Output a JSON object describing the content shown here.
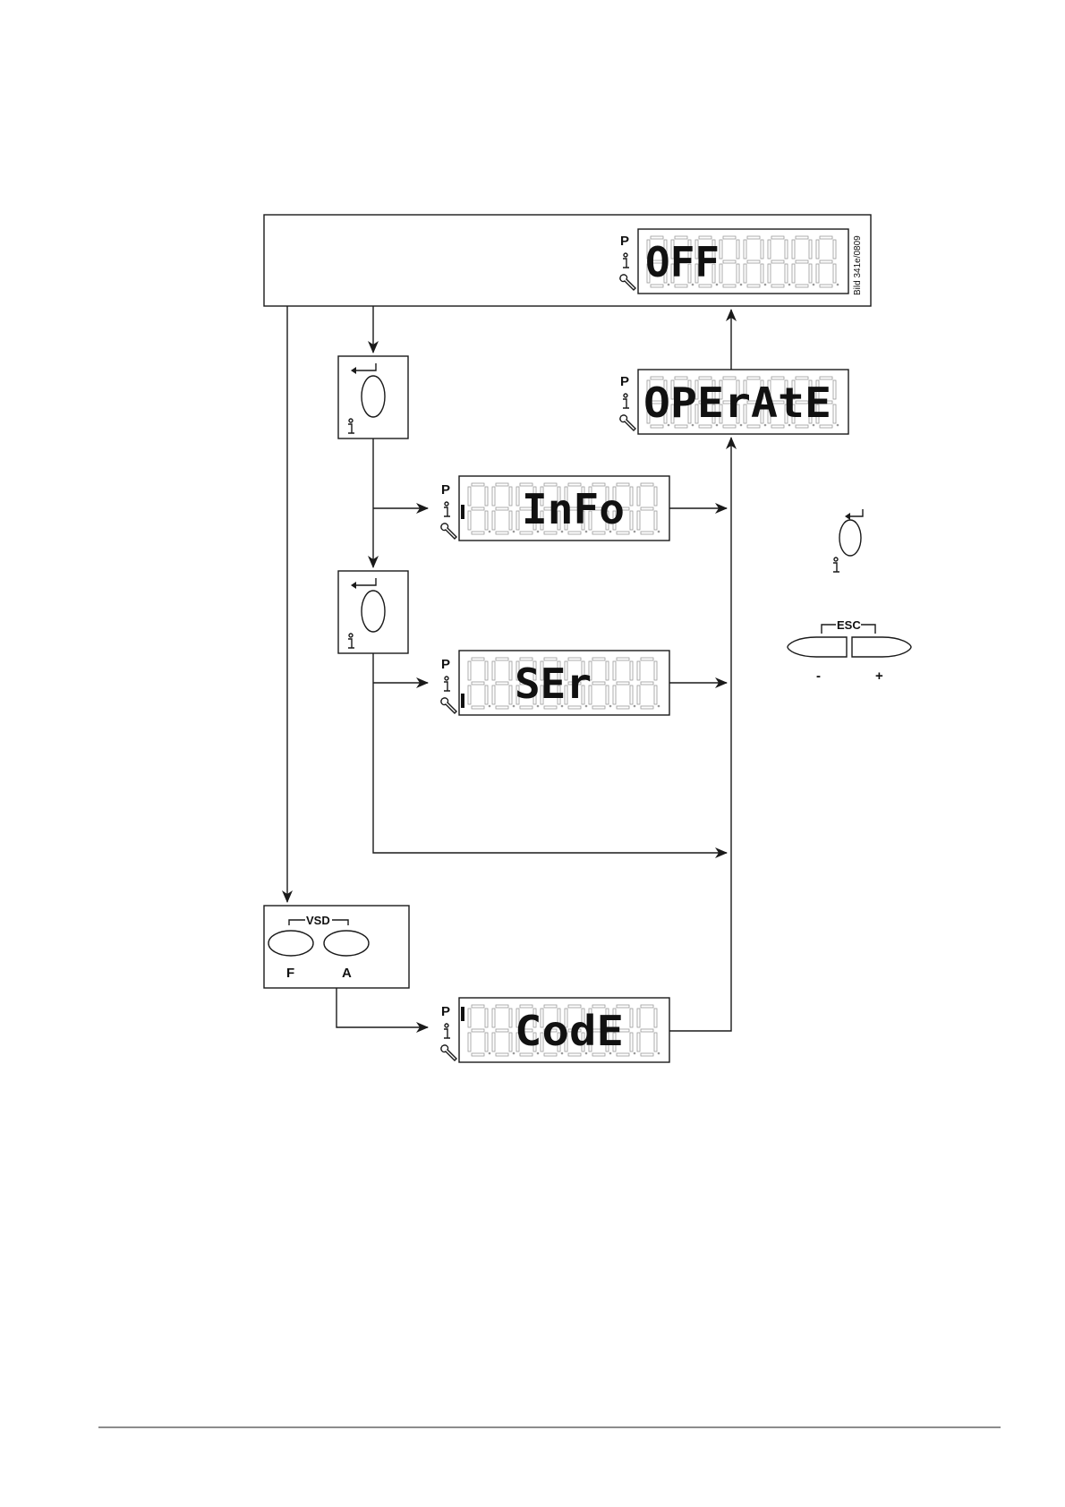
{
  "figure_id": "Bild 341e/0809",
  "displays": {
    "off": "OFF",
    "operate": "OPErAtE",
    "info": "InFo",
    "service": "SEr",
    "code": "CodE"
  },
  "indicator_letter": "P",
  "vsd_keys": {
    "group_label": "VSD",
    "left_label": "F",
    "right_label": "A"
  },
  "legend": {
    "esc_label": "ESC",
    "minus_label": "-",
    "plus_label": "+"
  },
  "icons": {
    "enter": "enter-arrow-icon",
    "info": "info-icon",
    "service": "wrench-icon"
  }
}
